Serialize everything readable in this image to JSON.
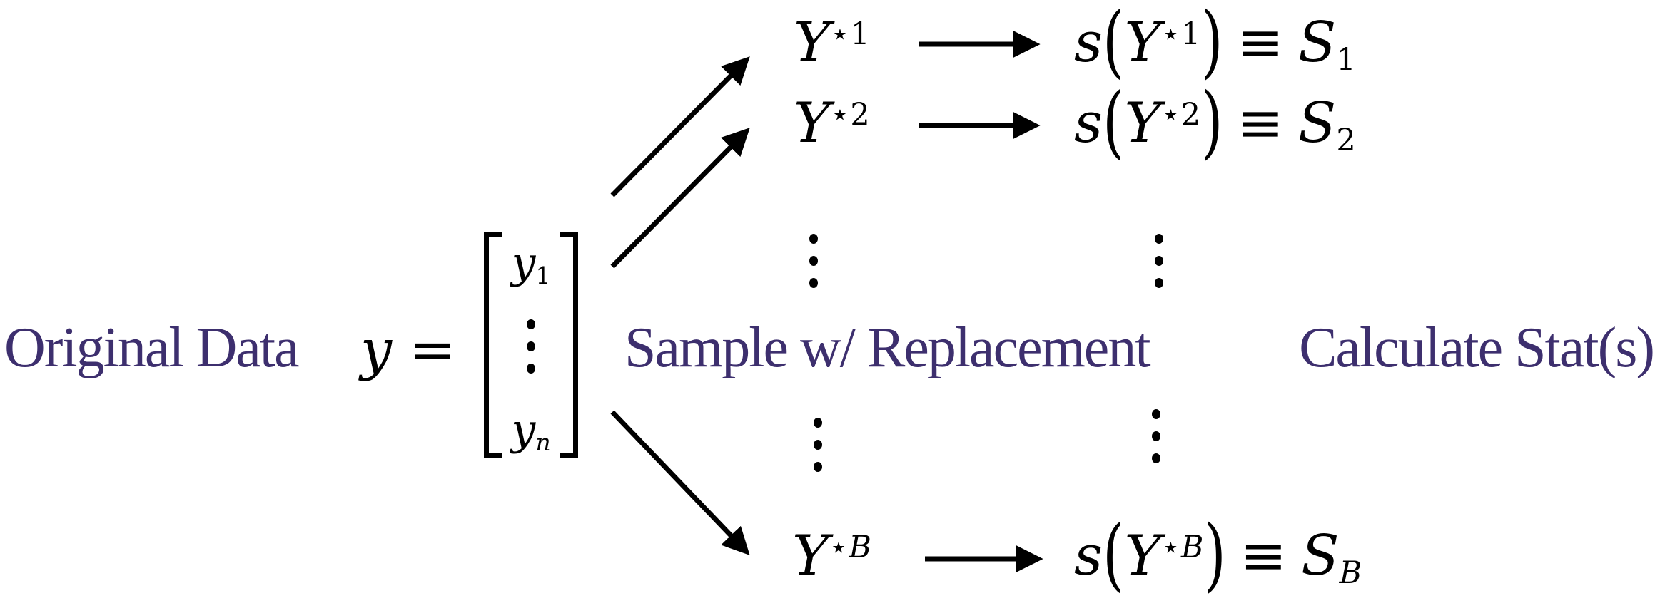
{
  "colors": {
    "label_purple": "#3d2f6e",
    "ink": "#000000",
    "background": "#ffffff"
  },
  "labels": {
    "original_data": "Original Data",
    "sample_w_replacement": "Sample w/ Replacement",
    "calculate_stats": "Calculate Stat(s)"
  },
  "original_vector": {
    "symbol": "y",
    "equals": "=",
    "entry_first": {
      "base": "y",
      "sub": "1"
    },
    "ellipsis": "⋮",
    "entry_last": {
      "base": "y",
      "sub": "n"
    }
  },
  "bootstrap_rows": [
    {
      "sample_base": "Y",
      "star": "⋆",
      "index": "1",
      "fn": "s",
      "open_paren": "(",
      "close_paren": ")",
      "equiv": "≡",
      "stat_base": "S",
      "stat_sub": "1"
    },
    {
      "sample_base": "Y",
      "star": "⋆",
      "index": "2",
      "fn": "s",
      "open_paren": "(",
      "close_paren": ")",
      "equiv": "≡",
      "stat_base": "S",
      "stat_sub": "2"
    },
    {
      "sample_base": "Y",
      "star": "⋆",
      "index": "B",
      "fn": "s",
      "open_paren": "(",
      "close_paren": ")",
      "equiv": "≡",
      "stat_base": "S",
      "stat_sub": "B"
    }
  ],
  "ellipsis_glyph": "⋮"
}
